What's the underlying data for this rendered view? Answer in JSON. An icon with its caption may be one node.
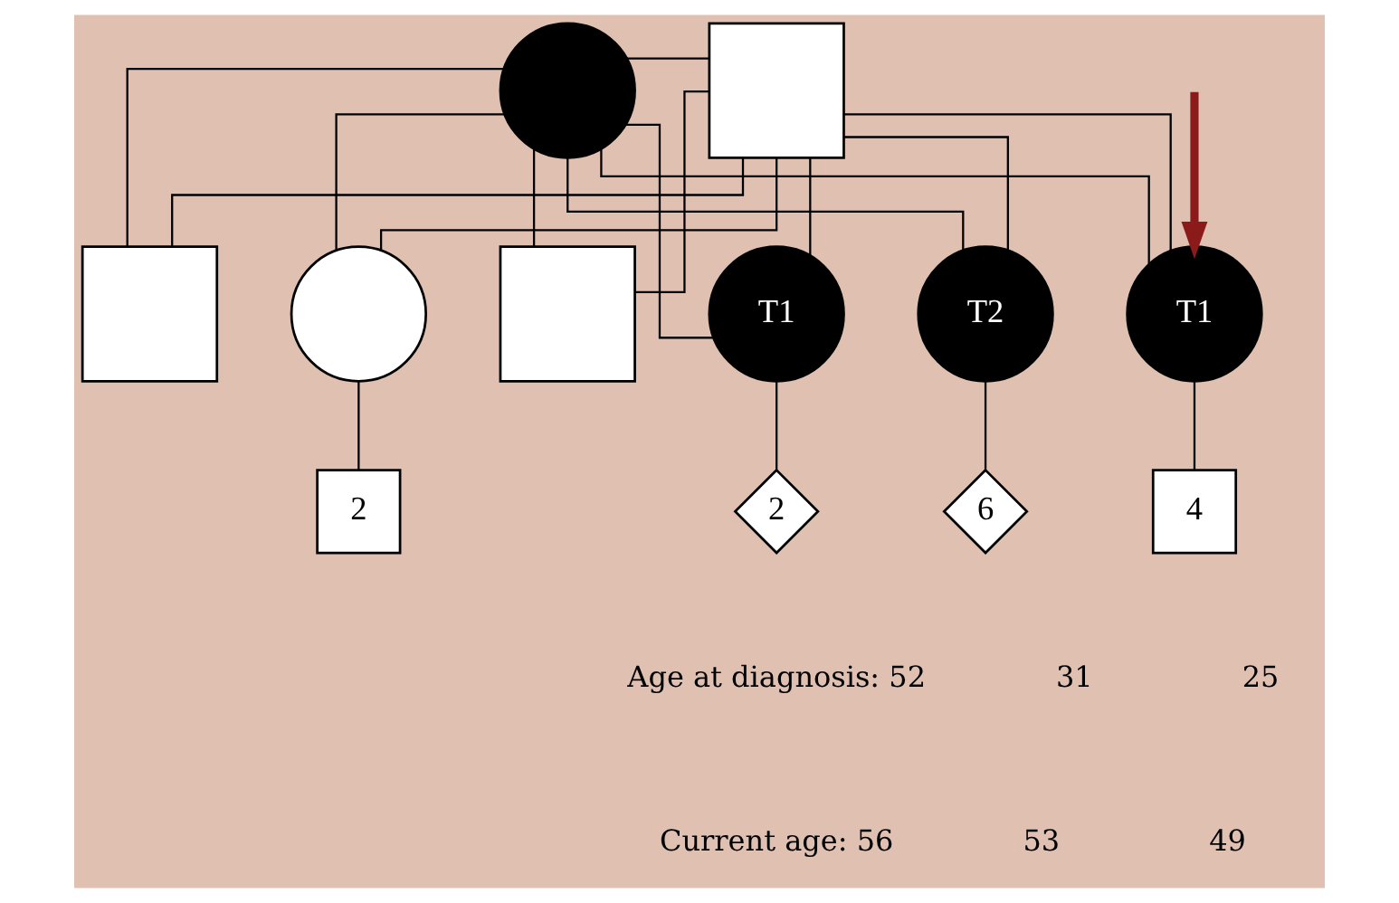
{
  "diagram": {
    "nodes": [
      {
        "text": [],
        "shape": "box"
      },
      {
        "text": [],
        "shape": "circle"
      },
      {
        "text": [
          "T1"
        ]
      },
      {
        "text": [],
        "shape": "box"
      },
      {
        "text": [
          "T2"
        ]
      },
      {
        "text": [
          "T1"
        ]
      },
      {
        "text": [],
        "shape": "circle"
      },
      {
        "text": [],
        "shape": "box"
      },
      {
        "text": [
          "2"
        ]
      },
      {
        "text": [
          "6"
        ]
      },
      {
        "text": [
          "4"
        ]
      },
      {
        "text": [
          "2"
        ]
      }
    ],
    "edges": [
      {
        "from": 0,
        "to": 1,
        "arrow": "none"
      },
      {
        "from": 0,
        "to": 2,
        "arrow": "none"
      },
      {
        "from": 1,
        "to": 2,
        "arrow": "none"
      },
      {
        "from": 0,
        "to": 3,
        "arrow": "none"
      },
      {
        "from": 1,
        "to": 3,
        "arrow": "none"
      },
      {
        "from": 0,
        "to": 4,
        "arrow": "none"
      },
      {
        "from": 1,
        "to": 4,
        "arrow": "none"
      },
      {
        "from": 0,
        "to": 5,
        "arrow": "none"
      },
      {
        "from": 1,
        "to": 5,
        "arrow": "none"
      },
      {
        "from": 0,
        "to": 6,
        "arrow": "none"
      },
      {
        "from": 1,
        "to": 6,
        "arrow": "none"
      },
      {
        "from": 0,
        "to": 7,
        "arrow": "none"
      },
      {
        "from": 1,
        "to": 7,
        "arrow": "none"
      },
      {
        "from": 2,
        "to": 8,
        "arrow": "none"
      },
      {
        "from": 4,
        "to": 9,
        "arrow": "none"
      },
      {
        "from": 5,
        "to": 10,
        "arrow": "none"
      },
      {
        "from": 6,
        "to": 11,
        "arrow": "none"
      },
      {
        "from": null,
        "to": 5,
        "arrow": "to",
        "style": "thick",
        "color": "#8b1a1a"
      }
    ],
    "labels": [
      "Age at diagnosis: 52",
      "31",
      "25",
      "Current age: 56",
      "53",
      "49"
    ]
  }
}
